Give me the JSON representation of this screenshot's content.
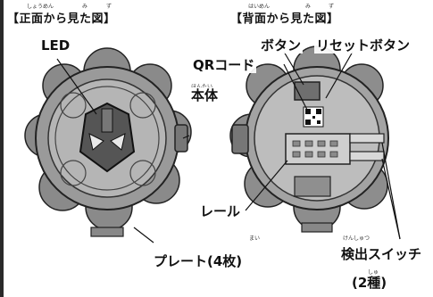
{
  "headings": {
    "front": "【正面から見た図】",
    "front_ruby_shoumen": "しょうめん",
    "front_ruby_mi": "み",
    "front_ruby_zu": "ず",
    "back": "【背面から見た図】",
    "back_ruby_haimen": "はいめん",
    "back_ruby_mi": "み",
    "back_ruby_zu": "ず"
  },
  "labels": {
    "led": "LED",
    "hontai": "本体",
    "hontai_ruby": "ほんたい",
    "plate": "プレート(4枚)",
    "plate_ruby": "まい",
    "button": "ボタン",
    "reset_button": "リセットボタン",
    "qr_code": "QRコード",
    "rail": "レール",
    "sensor_switch": "検出スイッチ",
    "sensor_ruby": "けんしゅつ",
    "two_types": "(2種)",
    "two_types_ruby": "しゅ"
  }
}
